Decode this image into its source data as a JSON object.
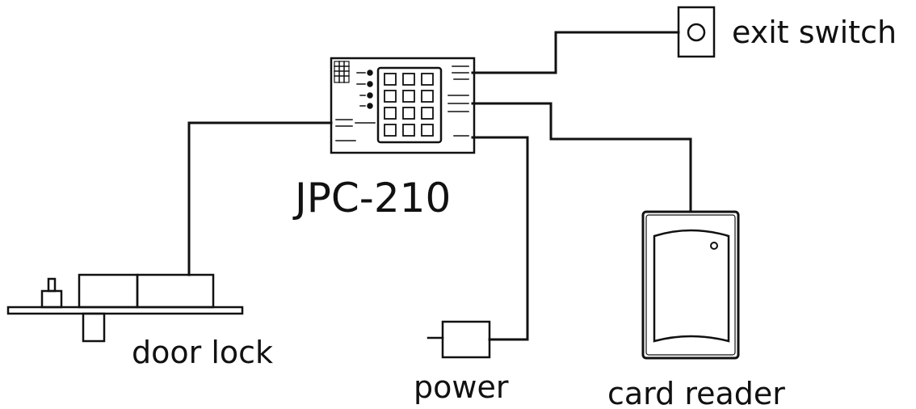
{
  "diagram": {
    "controller_label": "JPC-210",
    "labels": {
      "exit_switch": "exit switch",
      "door_lock": "door lock",
      "power": "power",
      "card_reader": "card reader"
    }
  },
  "colors": {
    "line": "#111111",
    "background": "#ffffff"
  }
}
